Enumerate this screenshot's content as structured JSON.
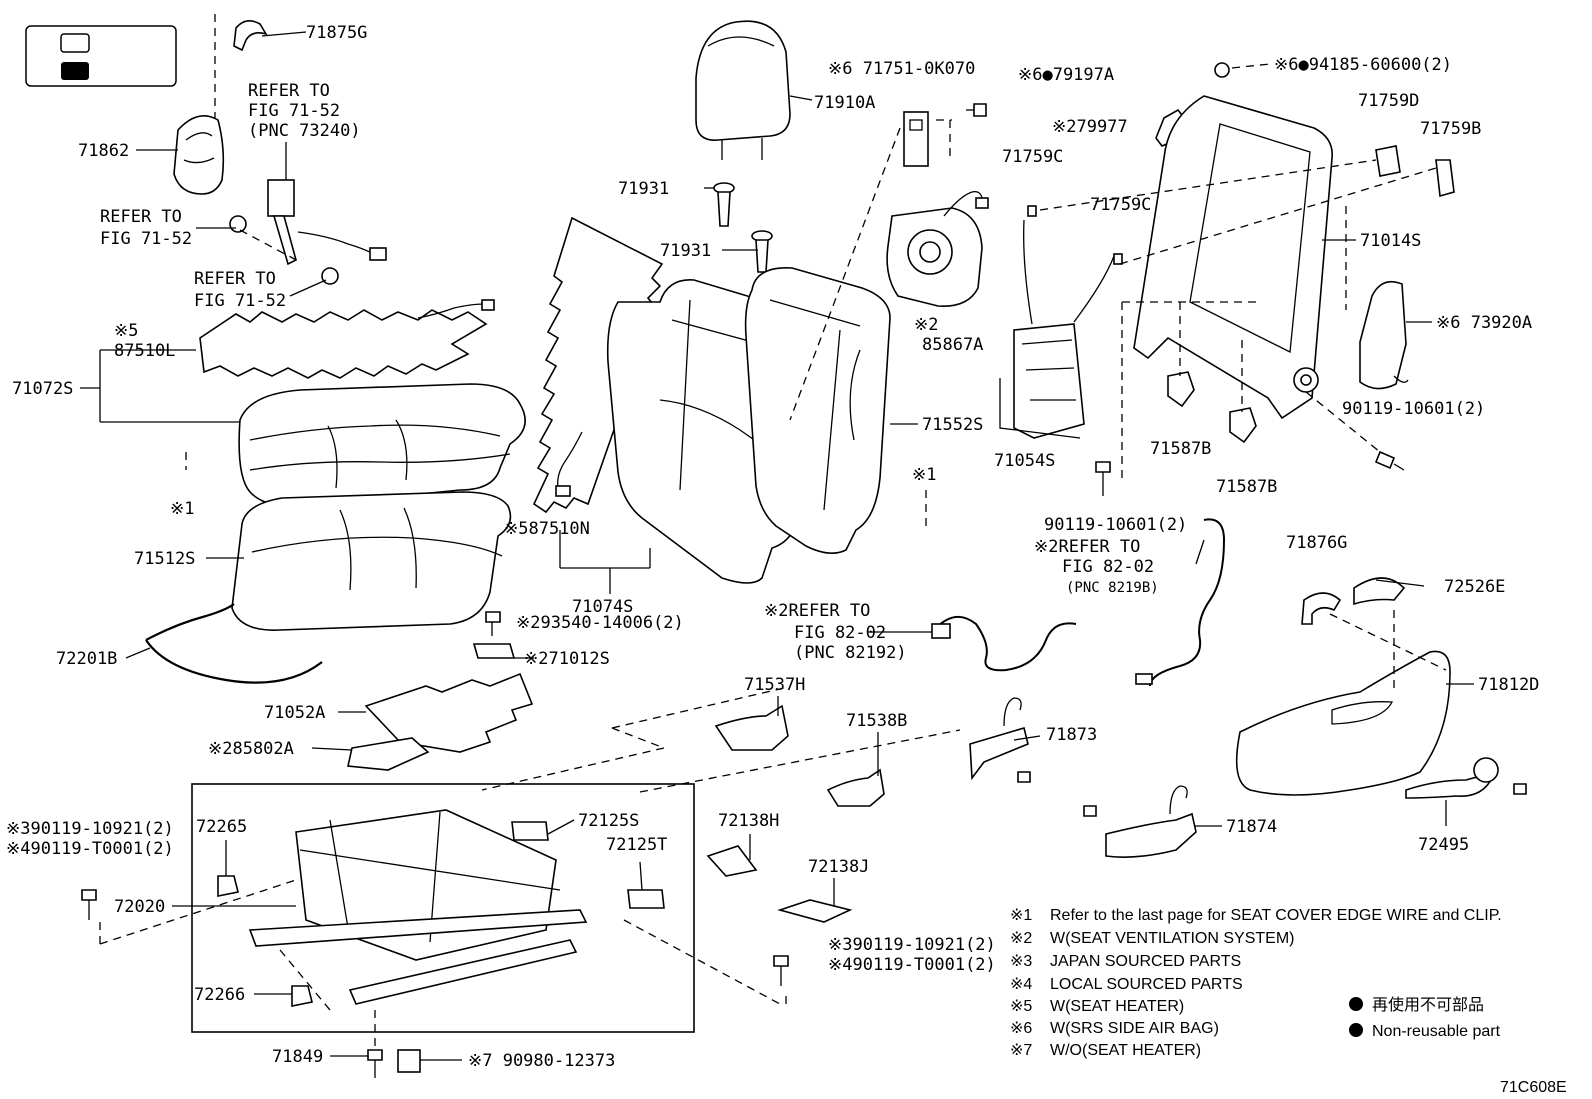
{
  "labels": {
    "p71875G": "71875G",
    "p71862": "71862",
    "refer1a": "REFER TO",
    "refer1b": "FIG 71-52",
    "refer1c": "(PNC 73240)",
    "refer2a": "REFER TO",
    "refer2b": "FIG 71-52",
    "refer3a": "REFER TO",
    "refer3b": "FIG 71-52",
    "m87510L": "※5",
    "p87510L": "87510L",
    "p71072S": "71072S",
    "m1a": "※1",
    "p71512S": "71512S",
    "p72201B": "72201B",
    "p71910A": "71910A",
    "p71931a": "71931",
    "p71931b": "71931",
    "p87510N": "※587510N",
    "p71074S": "71074S",
    "p93540": "※293540-14006(2)",
    "p71012S": "※271012S",
    "p71052A": "71052A",
    "p85802A": "※285802A",
    "p71751": "※6 71751-0K070",
    "p79197A": "※6●79197A",
    "m85867A": "※2",
    "p85867A": "85867A",
    "p71552S": "71552S",
    "m1b": "※1",
    "p79977": "※279977",
    "p71759Ca": "71759C",
    "p71759Cb": "71759C",
    "p71054S": "71054S",
    "p90119a": "90119-10601(2)",
    "refer4a": "※2REFER TO",
    "refer4b": "FIG 82-02",
    "refer4c": "(PNC 8219B)",
    "refer5a": "※2REFER TO",
    "refer5b": "FIG 82-02",
    "refer5c": "(PNC 82192)",
    "p94185": "※6●94185-60600(2)",
    "p71759D": "71759D",
    "p71759B": "71759B",
    "p71014S": "71014S",
    "p73920A": "※6 73920A",
    "p90119b": "90119-10601(2)",
    "p71587Ba": "71587B",
    "p71587Bb": "71587B",
    "p71876G": "71876G",
    "p72526E": "72526E",
    "p71812D": "71812D",
    "p72495": "72495",
    "p71537H": "71537H",
    "p71538B": "71538B",
    "p71873": "71873",
    "p71874": "71874",
    "p72138H": "72138H",
    "p72138J": "72138J",
    "p72265": "72265",
    "p72125S": "72125S",
    "p72125T": "72125T",
    "p72020": "72020",
    "p72266": "72266",
    "p71849": "71849",
    "p90980": "※7 90980-12373",
    "p90119c1": "※390119-10921(2)",
    "p90119c2": "※490119-T0001(2)",
    "p90119d1": "※390119-10921(2)",
    "p90119d2": "※490119-T0001(2)"
  },
  "notes": [
    {
      "mark": "※1",
      "text": "Refer to the last page for SEAT COVER EDGE WIRE and CLIP."
    },
    {
      "mark": "※2",
      "text": "W(SEAT VENTILATION SYSTEM)"
    },
    {
      "mark": "※3",
      "text": "JAPAN SOURCED PARTS"
    },
    {
      "mark": "※4",
      "text": "LOCAL SOURCED PARTS"
    },
    {
      "mark": "※5",
      "text": "W(SEAT HEATER)"
    },
    {
      "mark": "※6",
      "text": "W(SRS SIDE AIR BAG)"
    },
    {
      "mark": "※7",
      "text": "W/O(SEAT HEATER)"
    }
  ],
  "symbol_legend": {
    "jp": "再使用不可部品",
    "en": "Non-reusable part"
  },
  "figure_code": "71C608E"
}
